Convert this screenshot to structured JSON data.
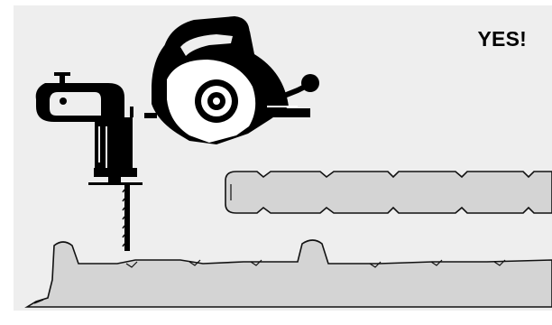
{
  "verdict": {
    "label": "YES!"
  },
  "icons": {
    "jigsaw": "jigsaw-icon",
    "circular_saw": "circular-saw-icon",
    "flat_panel": "flat-sandwich-panel",
    "ribbed_panel": "ribbed-roof-panel"
  },
  "colors": {
    "background_panel": "#eeeeee",
    "tool_fill": "#000000",
    "tool_highlight": "#ffffff",
    "panel_fill": "#d4d4d4",
    "panel_stroke": "#111111"
  }
}
